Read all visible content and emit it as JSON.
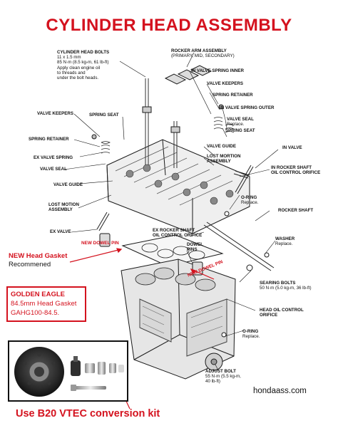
{
  "title": "CYLINDER HEAD ASSEMBLY",
  "labels": {
    "head_bolts": {
      "title": "CYLINDER HEAD BOLTS",
      "spec": "11 x 1.5 mm",
      "torque": "85 N·m (8.5 kg-m, 61 lb-ft)",
      "note1": "Apply clean engine oil",
      "note2": "to threads and",
      "note3": "under the bolt heads."
    },
    "rocker_arm_assembly": {
      "title": "ROCKER ARM ASSEMBLY",
      "sub": "(PRIMARY, MID, SECONDARY)"
    },
    "in_valve_spring_inner": "IN VALVE SPRING INNER",
    "valve_keepers_right": "VALVE KEEPERS",
    "spring_retainer_right": "SPRING RETAINER",
    "in_valve_spring_outer": "IN VALVE SPRING OUTER",
    "valve_seal_right": {
      "title": "VALVE SEAL",
      "sub": "Replace."
    },
    "spring_seat_right": "SPRING SEAT",
    "valve_guide_right": "VALVE GUIDE",
    "lost_motion_right": {
      "title": "LOST MORTION",
      "sub": "ASSEMBLY"
    },
    "in_valve": "IN VALVE",
    "in_rocker_shaft": {
      "title": "IN ROCKER SHAFT",
      "sub": "OIL CONTROL ORIFICE"
    },
    "rocker_shaft": "ROCKER SHAFT",
    "o_ring_top": {
      "title": "O-RING",
      "sub": "Replace."
    },
    "washer": {
      "title": "WASHER",
      "sub": "Replace."
    },
    "ex_rocker_shaft": {
      "title": "EX ROCKER SHAFT",
      "sub": "OIL CONTROL ORIFICE"
    },
    "dowel_pins": {
      "title": "DOWEL",
      "sub": "PINS"
    },
    "sealing_bolts": {
      "title": "SEARING BOLTS",
      "sub": "50 N·m (5.0 kg-m, 36 lb-ft)"
    },
    "head_oil_control": {
      "title": "HEAD OIL CONTROL",
      "sub": "ORIFICE"
    },
    "o_ring_bottom": {
      "title": "O-RING",
      "sub": "Replace."
    },
    "adjust_bolt": {
      "title": "ADJUST BOLT",
      "sub1": "55 N·m (5.5 kg-m,",
      "sub2": "40 lb-ft)"
    },
    "valve_keepers_left": "VALVE KEEPERS",
    "spring_seat_left": "SPRING SEAT",
    "spring_retainer_left": "SPRING RETAINER",
    "ex_valve_spring": "EX VALVE SPRING",
    "valve_seal_left": "VALVE SEAL",
    "valve_guide_left": "VALVE GUIDE",
    "lost_motion_left": {
      "title": "LOST MOTION",
      "sub": "ASSEMBLY"
    },
    "ex_valve": "EX VALVE"
  },
  "annotations": {
    "new_dowel_pin_left": "NEW DOWEL PIN",
    "new_dowel_pin_right": "NEW DOWEL PIN",
    "new_head_gasket_line1": "NEW Head Gasket",
    "new_head_gasket_line2": "Recommened",
    "golden_eagle_line1": "GOLDEN EAGLE",
    "golden_eagle_line2": "84.5mm Head Gasket",
    "golden_eagle_line3": "GAHG100-84.5.",
    "kit_caption": "Use B20 VTEC conversion kit",
    "site": "hondaass.com"
  },
  "colors": {
    "accent_red": "#d4121e",
    "ink": "#111111",
    "background": "#ffffff"
  }
}
